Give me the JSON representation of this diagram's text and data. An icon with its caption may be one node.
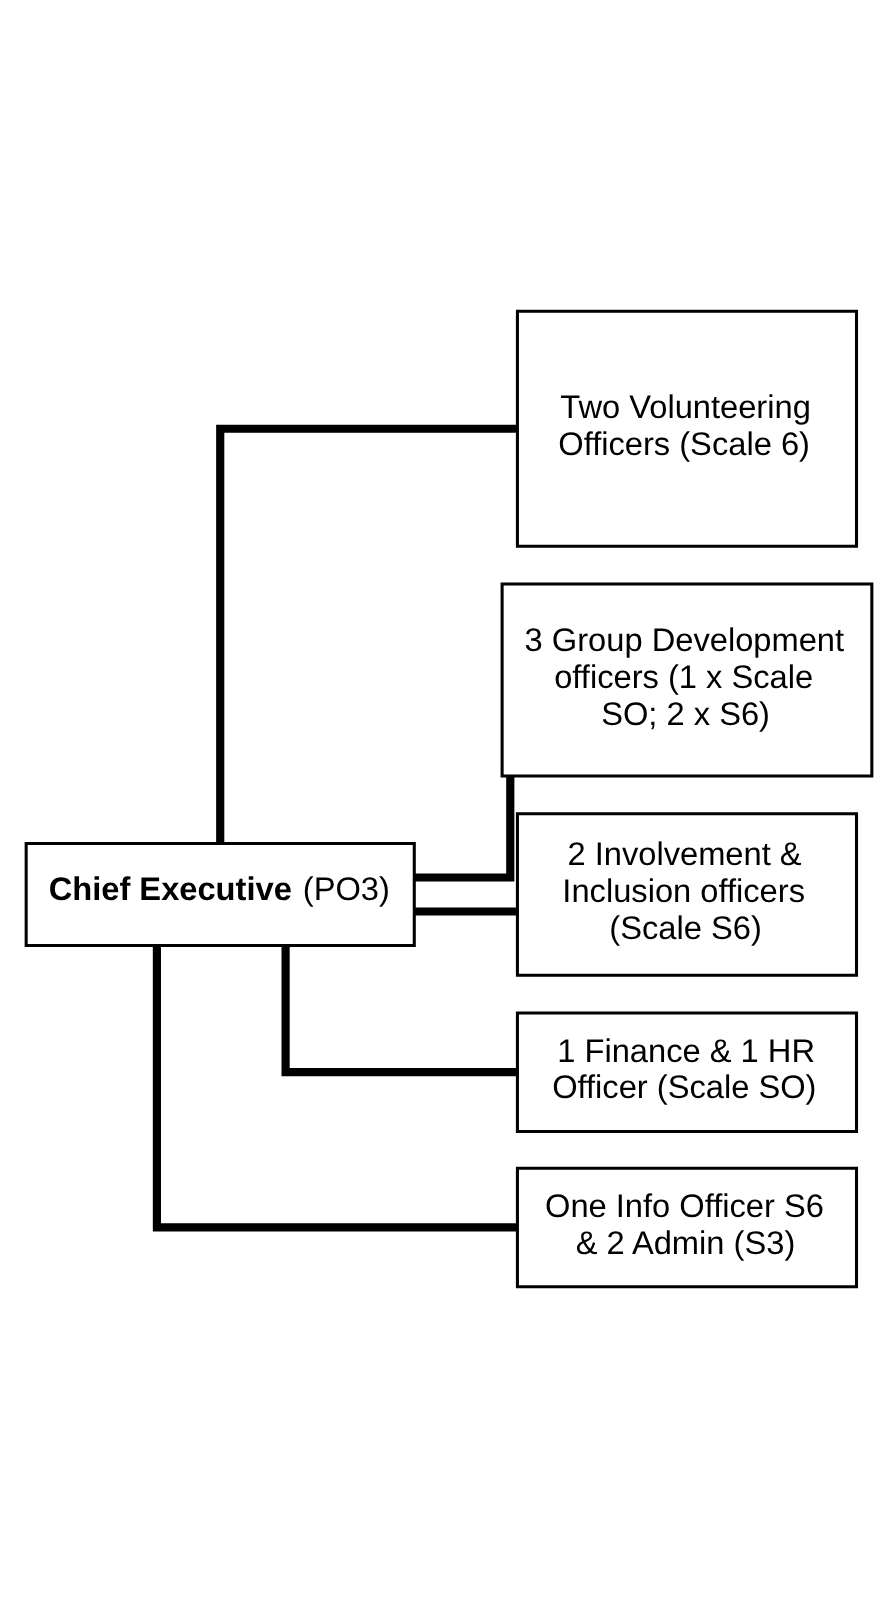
{
  "diagram": {
    "nodes": [
      {
        "text": [
          "**Chief Executive** (PO3)"
        ]
      },
      {
        "text": [
          "Two Volunteering Officers (Scale 6)"
        ]
      },
      {
        "text": [
          "3 Group Development officers (1 x Scale SO; 2 x S6)"
        ]
      },
      {
        "text": [
          "2 Involvement & Inclusion officers (Scale S6)"
        ]
      },
      {
        "text": [
          "1 Finance & 1 HR Officer (Scale SO)"
        ]
      },
      {
        "text": [
          "One Info Officer S6 & 2 Admin (S3)"
        ]
      }
    ],
    "edges": [
      {
        "from": 0,
        "to": 1,
        "arrow": "none"
      },
      {
        "from": 0,
        "to": 2,
        "arrow": "none"
      },
      {
        "from": 0,
        "to": 3,
        "arrow": "none"
      },
      {
        "from": 0,
        "to": 4,
        "arrow": "none"
      },
      {
        "from": 0,
        "to": 5,
        "arrow": "none"
      }
    ]
  }
}
